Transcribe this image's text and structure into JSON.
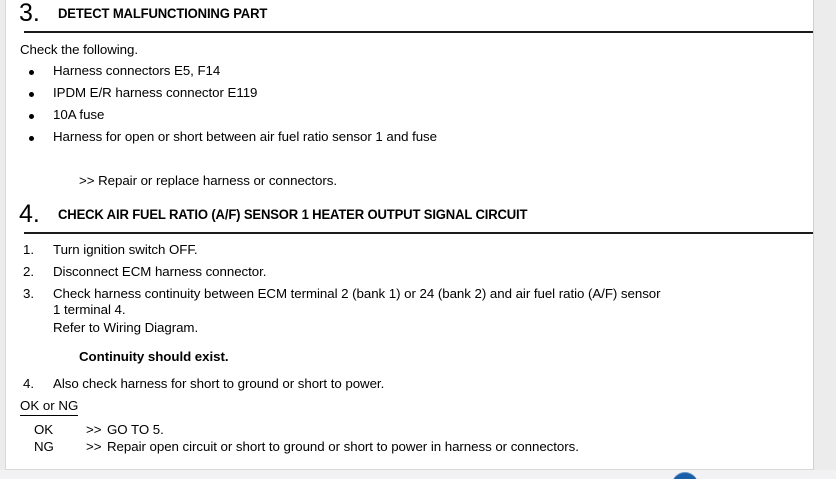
{
  "page": {
    "background_color": "#ffffff",
    "outside_color": "#ececed",
    "rule_color": "#1b1b1b"
  },
  "sections": [
    {
      "number": "3.",
      "title": "DETECT MALFUNCTIONING PART",
      "intro": "Check the following.",
      "bullets": [
        "Harness connectors E5, F14",
        "IPDM E/R harness connector E119",
        "10A fuse",
        "Harness for open or short between air fuel ratio sensor 1 and fuse"
      ],
      "result": ">> Repair or replace harness or connectors."
    },
    {
      "number": "4.",
      "title": "CHECK AIR FUEL RATIO (A/F) SENSOR 1 HEATER OUTPUT SIGNAL CIRCUIT",
      "steps": [
        {
          "label": "1.",
          "lines": [
            "Turn ignition switch OFF."
          ]
        },
        {
          "label": "2.",
          "lines": [
            "Disconnect ECM harness connector."
          ]
        },
        {
          "label": "3.",
          "lines": [
            "Check harness continuity between ECM terminal 2 (bank 1) or 24 (bank 2) and air fuel ratio (A/F) sensor",
            "1 terminal 4.",
            "Refer to Wiring Diagram."
          ]
        }
      ],
      "spec": "Continuity should exist.",
      "step4": {
        "label": "4.",
        "text": "Also check harness for short to ground or short to power."
      },
      "judgement_label": "OK or NG",
      "judgements": [
        {
          "code": "OK",
          "arrow": ">>",
          "action": "GO TO 5."
        },
        {
          "code": "NG",
          "arrow": ">>",
          "action": "Repair open circuit or short to ground or short to power in harness or connectors."
        }
      ]
    }
  ],
  "overlay": {
    "badge_name": "blue-circle-badge",
    "badge_color": "#1a5fa8"
  }
}
